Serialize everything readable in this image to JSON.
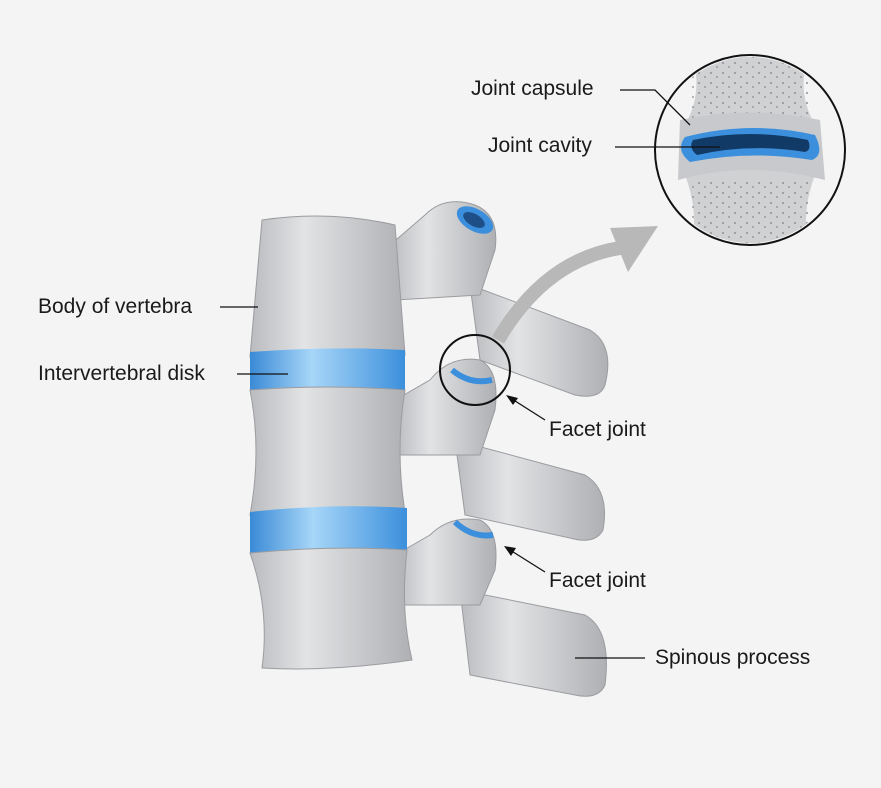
{
  "labels": {
    "joint_capsule": "Joint capsule",
    "joint_cavity": "Joint cavity",
    "body_of_vertebra": "Body of vertebra",
    "intervertebral_disk": "Intervertebral disk",
    "facet_joint_upper": "Facet joint",
    "facet_joint_lower": "Facet joint",
    "spinous_process": "Spinous process"
  },
  "colors": {
    "background": "#f4f4f4",
    "bone": "#d4d5d7",
    "bone_shadow": "#a9abae",
    "disk": "#3c8fdc",
    "disk_light": "#9fd0f5",
    "cavity": "#123a66",
    "arrow": "#b8b8b8"
  }
}
